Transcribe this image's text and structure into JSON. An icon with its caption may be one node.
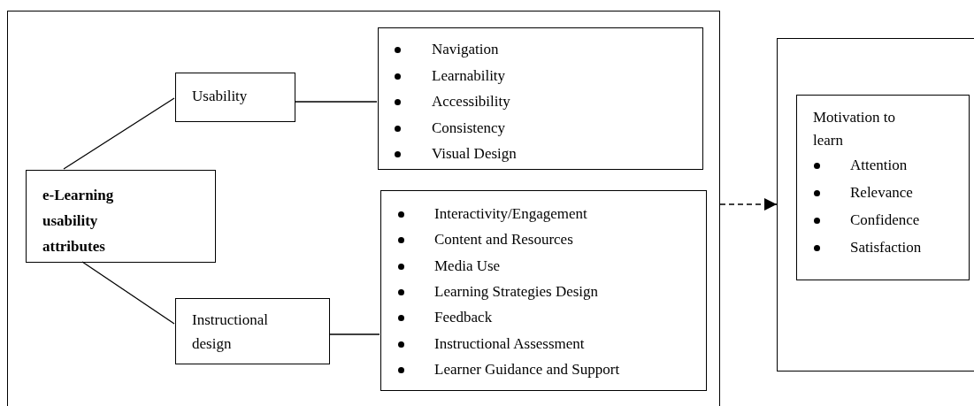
{
  "diagram": {
    "nodes": [
      {
        "text": [],
        "shape": "box"
      },
      {
        "text": [
          "Usability"
        ],
        "in": 0
      },
      {
        "text": [
          "Navigation",
          "Learnability",
          "Accessibility",
          "Consistency",
          "Visual Design"
        ],
        "in": 0
      },
      {
        "text": [
          "e-Learning usability attributes"
        ],
        "in": 0
      },
      {
        "text": [
          "Instructional design"
        ],
        "in": 0
      },
      {
        "text": [
          "Interactivity/Engagement",
          "Content and Resources",
          "Media Use",
          "Learning Strategies Design",
          "Feedback",
          "Instructional Assessment",
          "Learner Guidance and Support"
        ],
        "in": 0
      },
      {
        "text": [],
        "shape": "box"
      },
      {
        "text": [
          "Motivation to learn",
          "Attention",
          "Relevance",
          "Confidence",
          "Satisfaction"
        ],
        "in": 6
      }
    ],
    "edges": [
      {
        "from": 3,
        "to": 1,
        "arrow": "none"
      },
      {
        "from": 3,
        "to": 4,
        "arrow": "none"
      },
      {
        "from": 1,
        "to": 2,
        "arrow": "none"
      },
      {
        "from": 4,
        "to": 5,
        "arrow": "none"
      },
      {
        "from": 0,
        "to": 6,
        "arrow": "to",
        "style": "dashed"
      }
    ]
  }
}
